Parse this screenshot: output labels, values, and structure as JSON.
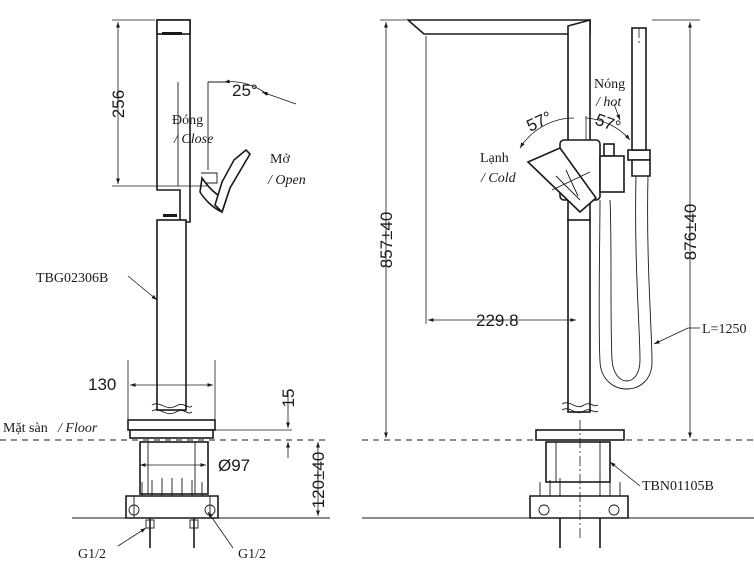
{
  "left_view": {
    "dim_256": "256",
    "angle_25": "25°",
    "close_vi": "Đóng",
    "close_en": "/ Close",
    "open_vi": "Mở",
    "open_en": "/ Open",
    "model_spout": "TBG02306B",
    "dim_130": "130",
    "dim_15": "15",
    "floor_vi": "Mặt sàn",
    "floor_en": "/ Floor",
    "dim_97": "Ø97",
    "dim_120": "120±40",
    "pipe_left": "G1/2",
    "pipe_right": "G1/2"
  },
  "right_view": {
    "hot_vi": "Nóng",
    "hot_en": "/ hot",
    "angle_left": "57°",
    "angle_right": "57°",
    "cold_vi": "Lạnh",
    "cold_en": "/ Cold",
    "dim_857": "857±40",
    "dim_876": "876±40",
    "dim_229": "229.8",
    "hose_length": "L=1250",
    "model_base": "TBN01105B"
  }
}
